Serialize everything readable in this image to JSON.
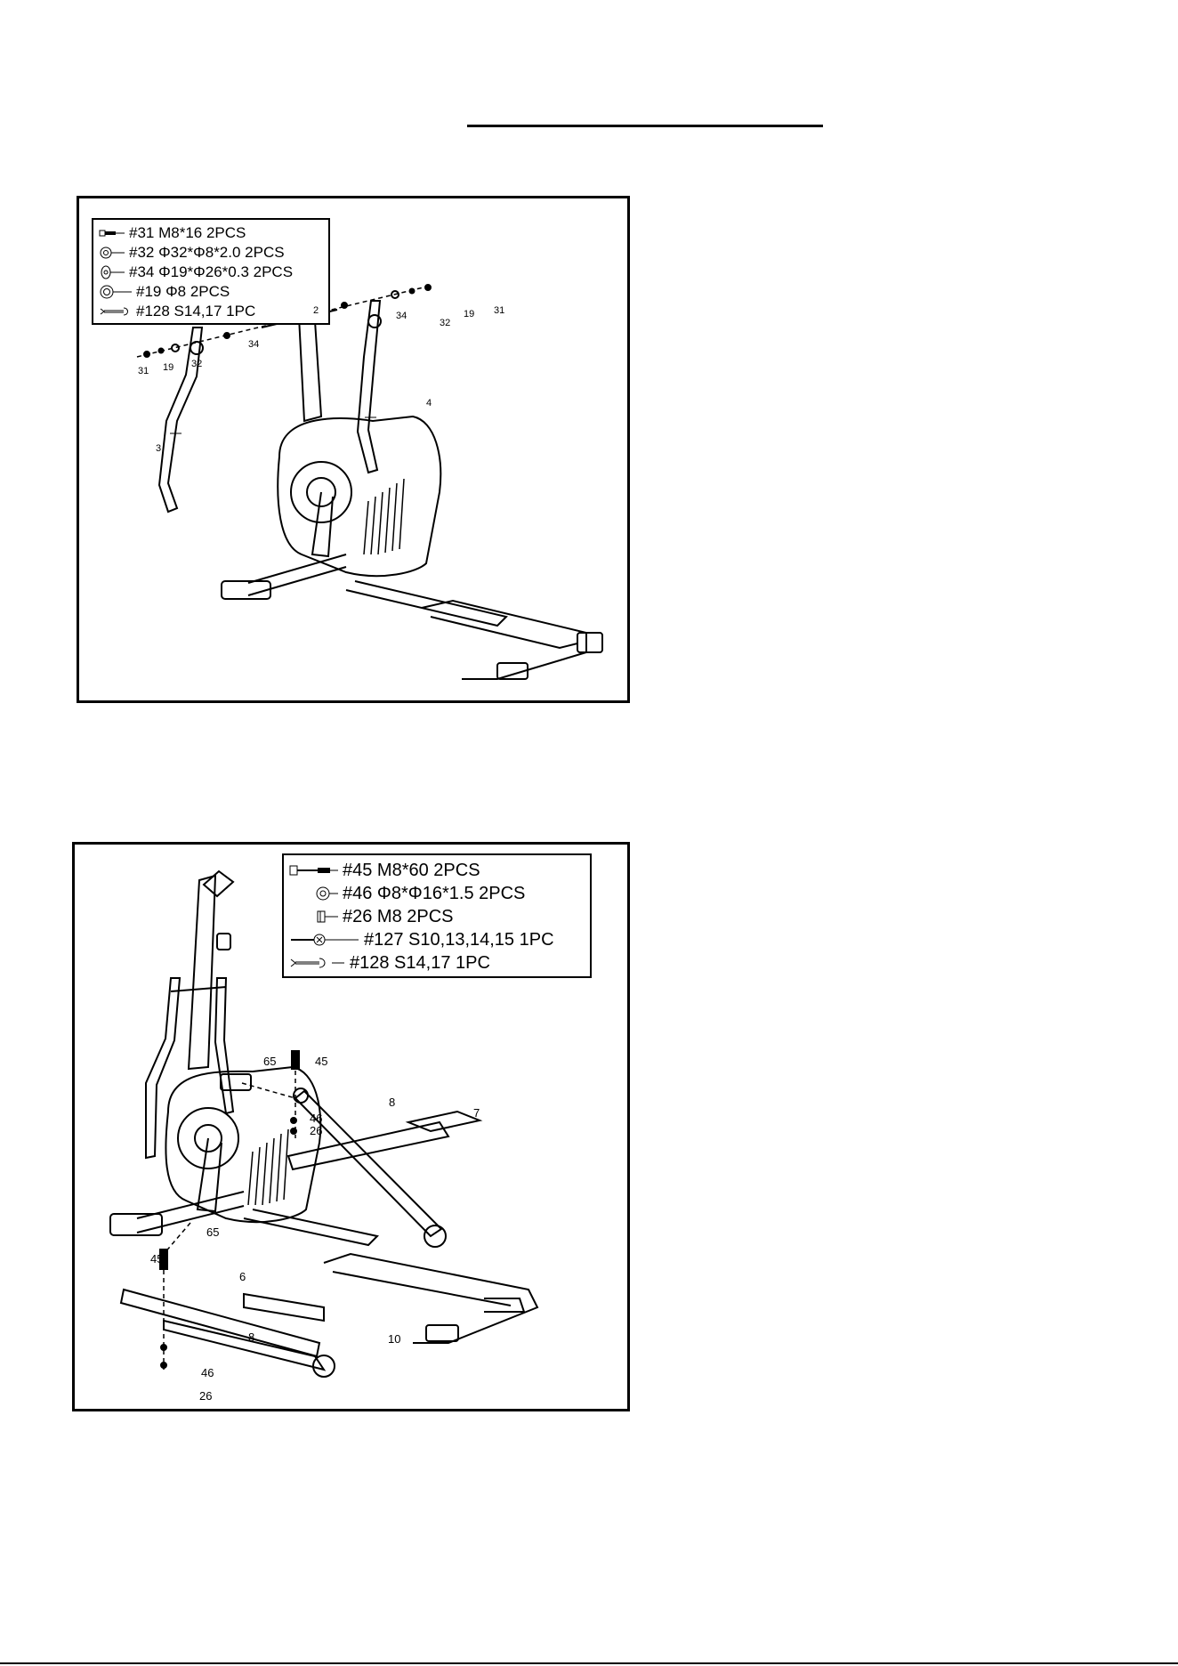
{
  "step1": {
    "legend": [
      {
        "icon": "bolt-icon",
        "text": "#31 M8*16  2PCS"
      },
      {
        "icon": "flat-washer-icon",
        "text": "#32 Φ32*Φ8*2.0  2PCS"
      },
      {
        "icon": "curved-washer-icon",
        "text": "#34 Φ19*Φ26*0.3  2PCS"
      },
      {
        "icon": "spring-washer-icon",
        "text": "#19 Φ8  2PCS"
      },
      {
        "icon": "wrench-icon",
        "text": "#128 S14,17 1PC"
      }
    ],
    "callouts": {
      "c2": "2",
      "c34a": "34",
      "c34b": "34",
      "c32a": "32",
      "c19a": "19",
      "c31a": "31",
      "c4": "4",
      "c31b": "31",
      "c19b": "19",
      "c32b": "32",
      "c3": "3"
    }
  },
  "step2": {
    "legend": [
      {
        "icon": "long-bolt-icon",
        "text": "#45 M8*60  2PCS"
      },
      {
        "icon": "flat-washer-icon",
        "text": "#46 Φ8*Φ16*1.5  2PCS"
      },
      {
        "icon": "nut-icon",
        "text": "#26 M8 2PCS"
      },
      {
        "icon": "allen-wrench-icon",
        "text": "#127 S10,13,14,15 1PC"
      },
      {
        "icon": "wrench-icon",
        "text": "#128 S14,17 1PC"
      }
    ],
    "callouts": {
      "c65a": "65",
      "c45a": "45",
      "c8a": "8",
      "c7": "7",
      "c46a": "46",
      "c26a": "26",
      "c65b": "65",
      "c45b": "45",
      "c6": "6",
      "c10": "10",
      "c8b": "8",
      "c46b": "46",
      "c26b": "26"
    }
  }
}
